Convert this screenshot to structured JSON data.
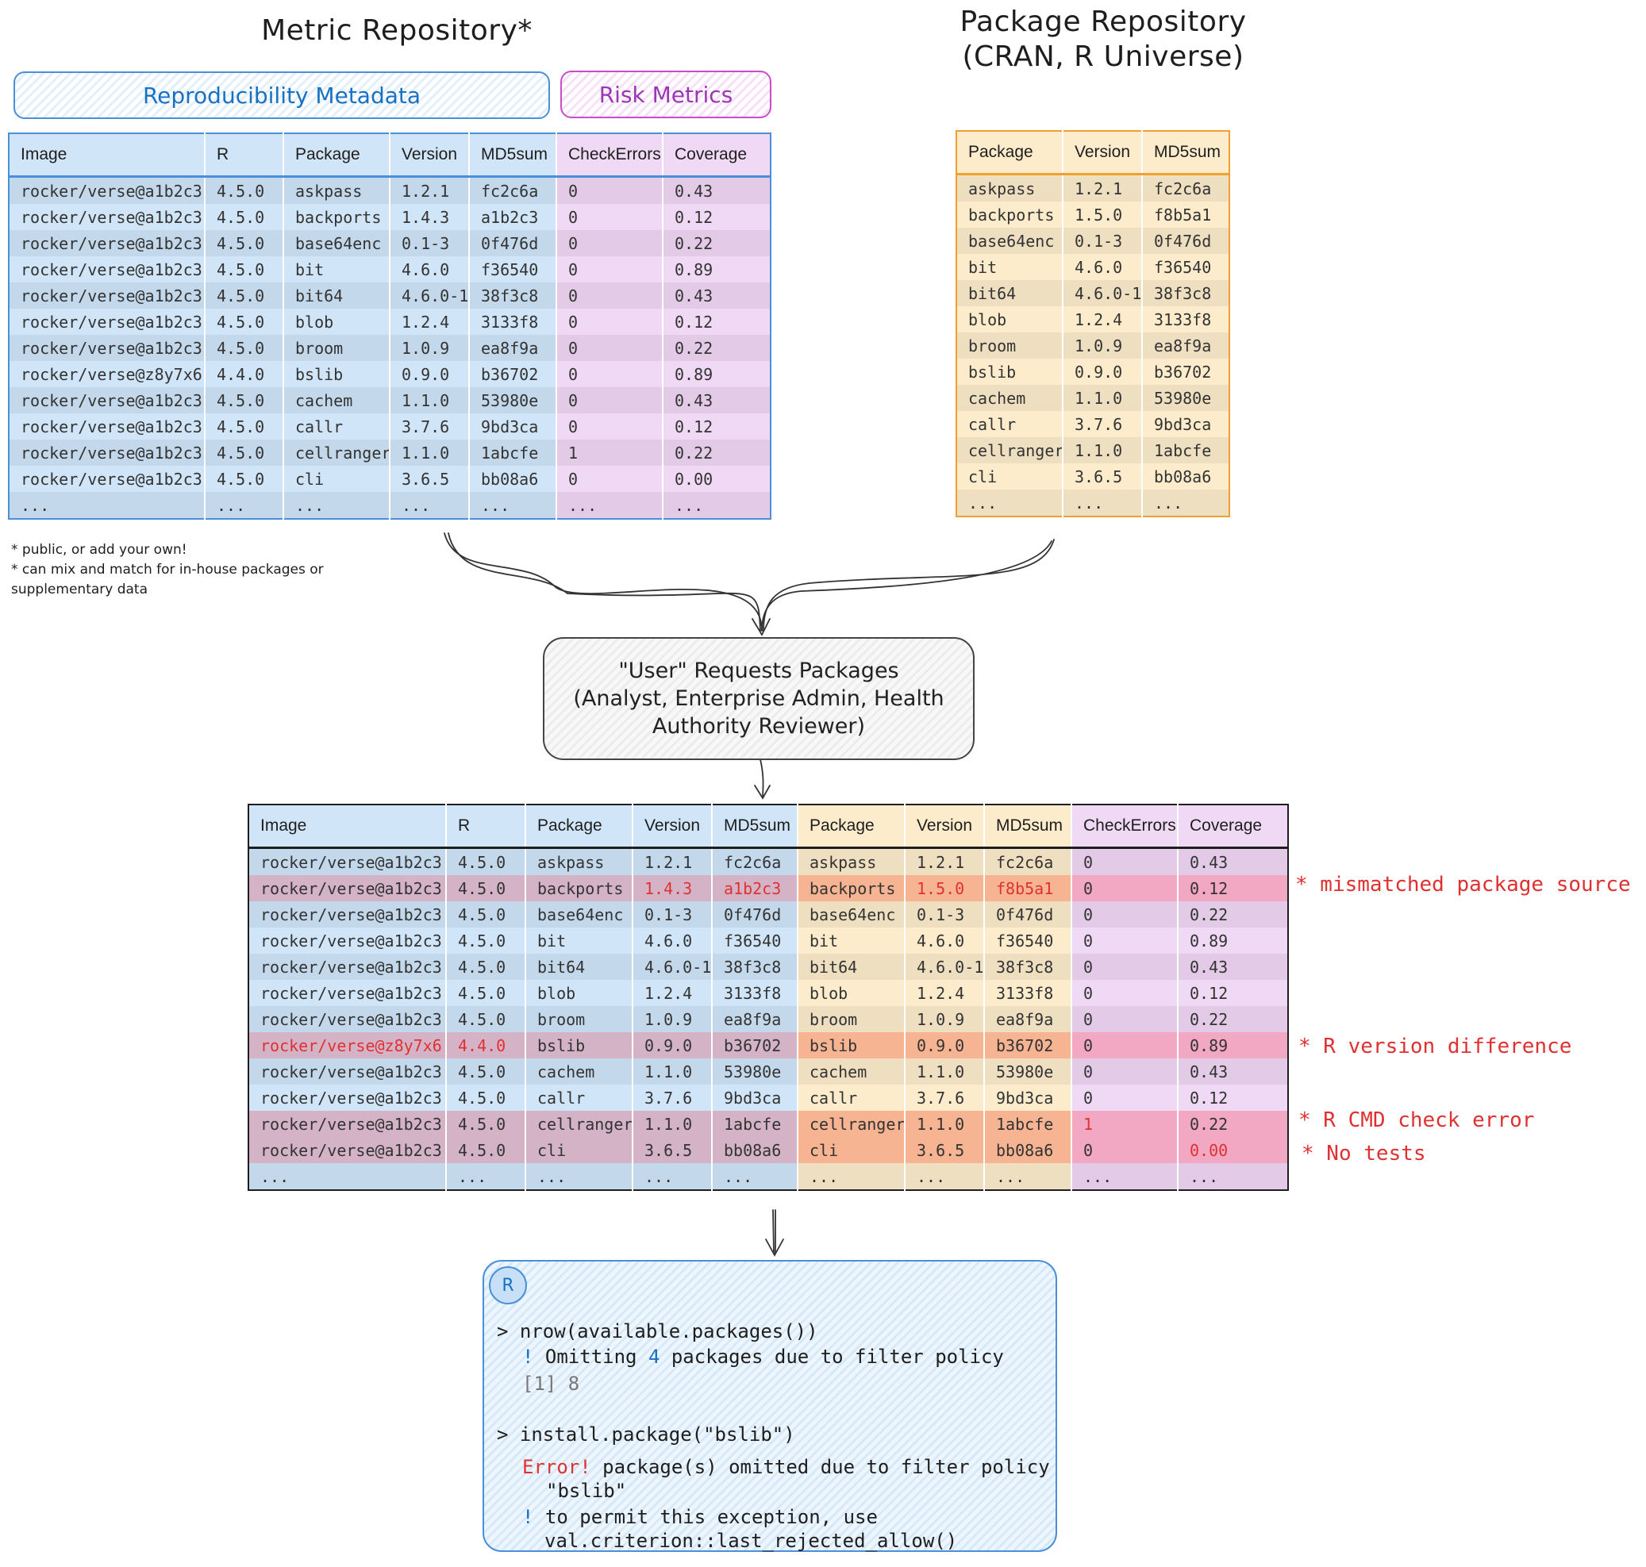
{
  "metric_repo": {
    "title": "Metric Repository*",
    "pill_repro": "Reproducibility Metadata",
    "pill_risk": "Risk Metrics",
    "headers": [
      "Image",
      "R",
      "Package",
      "Version",
      "MD5sum",
      "CheckErrors",
      "Coverage"
    ],
    "rows": [
      [
        "rocker/verse@a1b2c3",
        "4.5.0",
        "askpass",
        "1.2.1",
        "fc2c6a",
        "0",
        "0.43"
      ],
      [
        "rocker/verse@a1b2c3",
        "4.5.0",
        "backports",
        "1.4.3",
        "a1b2c3",
        "0",
        "0.12"
      ],
      [
        "rocker/verse@a1b2c3",
        "4.5.0",
        "base64enc",
        "0.1-3",
        "0f476d",
        "0",
        "0.22"
      ],
      [
        "rocker/verse@a1b2c3",
        "4.5.0",
        "bit",
        "4.6.0",
        "f36540",
        "0",
        "0.89"
      ],
      [
        "rocker/verse@a1b2c3",
        "4.5.0",
        "bit64",
        "4.6.0-1",
        "38f3c8",
        "0",
        "0.43"
      ],
      [
        "rocker/verse@a1b2c3",
        "4.5.0",
        "blob",
        "1.2.4",
        "3133f8",
        "0",
        "0.12"
      ],
      [
        "rocker/verse@a1b2c3",
        "4.5.0",
        "broom",
        "1.0.9",
        "ea8f9a",
        "0",
        "0.22"
      ],
      [
        "rocker/verse@z8y7x6",
        "4.4.0",
        "bslib",
        "0.9.0",
        "b36702",
        "0",
        "0.89"
      ],
      [
        "rocker/verse@a1b2c3",
        "4.5.0",
        "cachem",
        "1.1.0",
        "53980e",
        "0",
        "0.43"
      ],
      [
        "rocker/verse@a1b2c3",
        "4.5.0",
        "callr",
        "3.7.6",
        "9bd3ca",
        "0",
        "0.12"
      ],
      [
        "rocker/verse@a1b2c3",
        "4.5.0",
        "cellranger",
        "1.1.0",
        "1abcfe",
        "1",
        "0.22"
      ],
      [
        "rocker/verse@a1b2c3",
        "4.5.0",
        "cli",
        "3.6.5",
        "bb08a6",
        "0",
        "0.00"
      ],
      [
        "...",
        "...",
        "...",
        "...",
        "...",
        "...",
        "..."
      ]
    ],
    "footnotes": [
      "* public, or add your own!",
      "* can mix and match for in-house packages or",
      "supplementary data"
    ]
  },
  "package_repo": {
    "title_line1": "Package Repository",
    "title_line2": "(CRAN, R Universe)",
    "headers": [
      "Package",
      "Version",
      "MD5sum"
    ],
    "rows": [
      [
        "askpass",
        "1.2.1",
        "fc2c6a"
      ],
      [
        "backports",
        "1.5.0",
        "f8b5a1"
      ],
      [
        "base64enc",
        "0.1-3",
        "0f476d"
      ],
      [
        "bit",
        "4.6.0",
        "f36540"
      ],
      [
        "bit64",
        "4.6.0-1",
        "38f3c8"
      ],
      [
        "blob",
        "1.2.4",
        "3133f8"
      ],
      [
        "broom",
        "1.0.9",
        "ea8f9a"
      ],
      [
        "bslib",
        "0.9.0",
        "b36702"
      ],
      [
        "cachem",
        "1.1.0",
        "53980e"
      ],
      [
        "callr",
        "3.7.6",
        "9bd3ca"
      ],
      [
        "cellranger",
        "1.1.0",
        "1abcfe"
      ],
      [
        "cli",
        "3.6.5",
        "bb08a6"
      ],
      [
        "...",
        "...",
        "..."
      ]
    ]
  },
  "user_box": {
    "line1": "\"User\" Requests Packages",
    "line2": "(Analyst, Enterprise Admin, Health",
    "line3": "Authority Reviewer)"
  },
  "merged": {
    "headers": [
      "Image",
      "R",
      "Package",
      "Version",
      "MD5sum",
      "Package",
      "Version",
      "MD5sum",
      "CheckErrors",
      "Coverage"
    ],
    "rows": [
      [
        "rocker/verse@a1b2c3",
        "4.5.0",
        "askpass",
        "1.2.1",
        "fc2c6a",
        "askpass",
        "1.2.1",
        "fc2c6a",
        "0",
        "0.43"
      ],
      [
        "rocker/verse@a1b2c3",
        "4.5.0",
        "backports",
        "1.4.3",
        "a1b2c3",
        "backports",
        "1.5.0",
        "f8b5a1",
        "0",
        "0.12"
      ],
      [
        "rocker/verse@a1b2c3",
        "4.5.0",
        "base64enc",
        "0.1-3",
        "0f476d",
        "base64enc",
        "0.1-3",
        "0f476d",
        "0",
        "0.22"
      ],
      [
        "rocker/verse@a1b2c3",
        "4.5.0",
        "bit",
        "4.6.0",
        "f36540",
        "bit",
        "4.6.0",
        "f36540",
        "0",
        "0.89"
      ],
      [
        "rocker/verse@a1b2c3",
        "4.5.0",
        "bit64",
        "4.6.0-1",
        "38f3c8",
        "bit64",
        "4.6.0-1",
        "38f3c8",
        "0",
        "0.43"
      ],
      [
        "rocker/verse@a1b2c3",
        "4.5.0",
        "blob",
        "1.2.4",
        "3133f8",
        "blob",
        "1.2.4",
        "3133f8",
        "0",
        "0.12"
      ],
      [
        "rocker/verse@a1b2c3",
        "4.5.0",
        "broom",
        "1.0.9",
        "ea8f9a",
        "broom",
        "1.0.9",
        "ea8f9a",
        "0",
        "0.22"
      ],
      [
        "rocker/verse@z8y7x6",
        "4.4.0",
        "bslib",
        "0.9.0",
        "b36702",
        "bslib",
        "0.9.0",
        "b36702",
        "0",
        "0.89"
      ],
      [
        "rocker/verse@a1b2c3",
        "4.5.0",
        "cachem",
        "1.1.0",
        "53980e",
        "cachem",
        "1.1.0",
        "53980e",
        "0",
        "0.43"
      ],
      [
        "rocker/verse@a1b2c3",
        "4.5.0",
        "callr",
        "3.7.6",
        "9bd3ca",
        "callr",
        "3.7.6",
        "9bd3ca",
        "0",
        "0.12"
      ],
      [
        "rocker/verse@a1b2c3",
        "4.5.0",
        "cellranger",
        "1.1.0",
        "1abcfe",
        "cellranger",
        "1.1.0",
        "1abcfe",
        "1",
        "0.22"
      ],
      [
        "rocker/verse@a1b2c3",
        "4.5.0",
        "cli",
        "3.6.5",
        "bb08a6",
        "cli",
        "3.6.5",
        "bb08a6",
        "0",
        "0.00"
      ],
      [
        "...",
        "...",
        "...",
        "...",
        "...",
        "...",
        "...",
        "...",
        "...",
        "..."
      ]
    ],
    "flagged_rows": [
      1,
      7,
      10,
      11
    ],
    "red_cells": [
      [
        1,
        3
      ],
      [
        1,
        4
      ],
      [
        1,
        6
      ],
      [
        1,
        7
      ],
      [
        7,
        0
      ],
      [
        7,
        1
      ],
      [
        10,
        8
      ],
      [
        11,
        9
      ]
    ],
    "annotations": {
      "mismatch": "* mismatched package source",
      "rversion": "* R version difference",
      "cmdcheck": "* R CMD check error",
      "notests": "* No tests"
    }
  },
  "console": {
    "badge": "R",
    "cmd1": "> nrow(available.packages())",
    "warn_bang": "!",
    "warn1_a": "Omitting ",
    "warn1_num": "4",
    "warn1_b": " packages due to filter policy",
    "result": "[1] 8",
    "cmd2": "> install.package(\"bslib\")",
    "error_label": "Error!",
    "error_text": " package(s) omitted due to filter policy",
    "error_pkg": "\"bslib\"",
    "hint_bang": "!",
    "hint1": " to permit this exception, use",
    "hint2": "val.criterion::last_rejected_allow()"
  },
  "colors": {
    "blue_accent": "#4a90d9",
    "pink_accent": "#c94dc9",
    "orange_accent": "#f0a030",
    "error_red": "#e03131"
  }
}
